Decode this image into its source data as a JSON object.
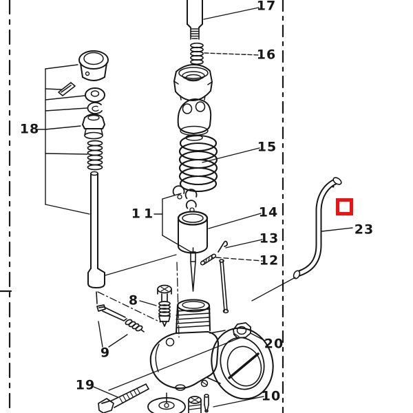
{
  "figure": {
    "type": "exploded-parts-diagram",
    "background_color": "#ffffff",
    "line_color": "#161616"
  },
  "marker": {
    "shape": "square-outline",
    "color": "#ee1111"
  },
  "labels": [
    {
      "text": "17"
    },
    {
      "text": "16"
    },
    {
      "text": "15"
    },
    {
      "text": "14"
    },
    {
      "text": "13"
    },
    {
      "text": "12"
    },
    {
      "text": "11"
    },
    {
      "text": "18"
    },
    {
      "text": "8"
    },
    {
      "text": "9"
    },
    {
      "text": "19"
    },
    {
      "text": "20"
    },
    {
      "text": "10"
    },
    {
      "text": "23"
    }
  ]
}
